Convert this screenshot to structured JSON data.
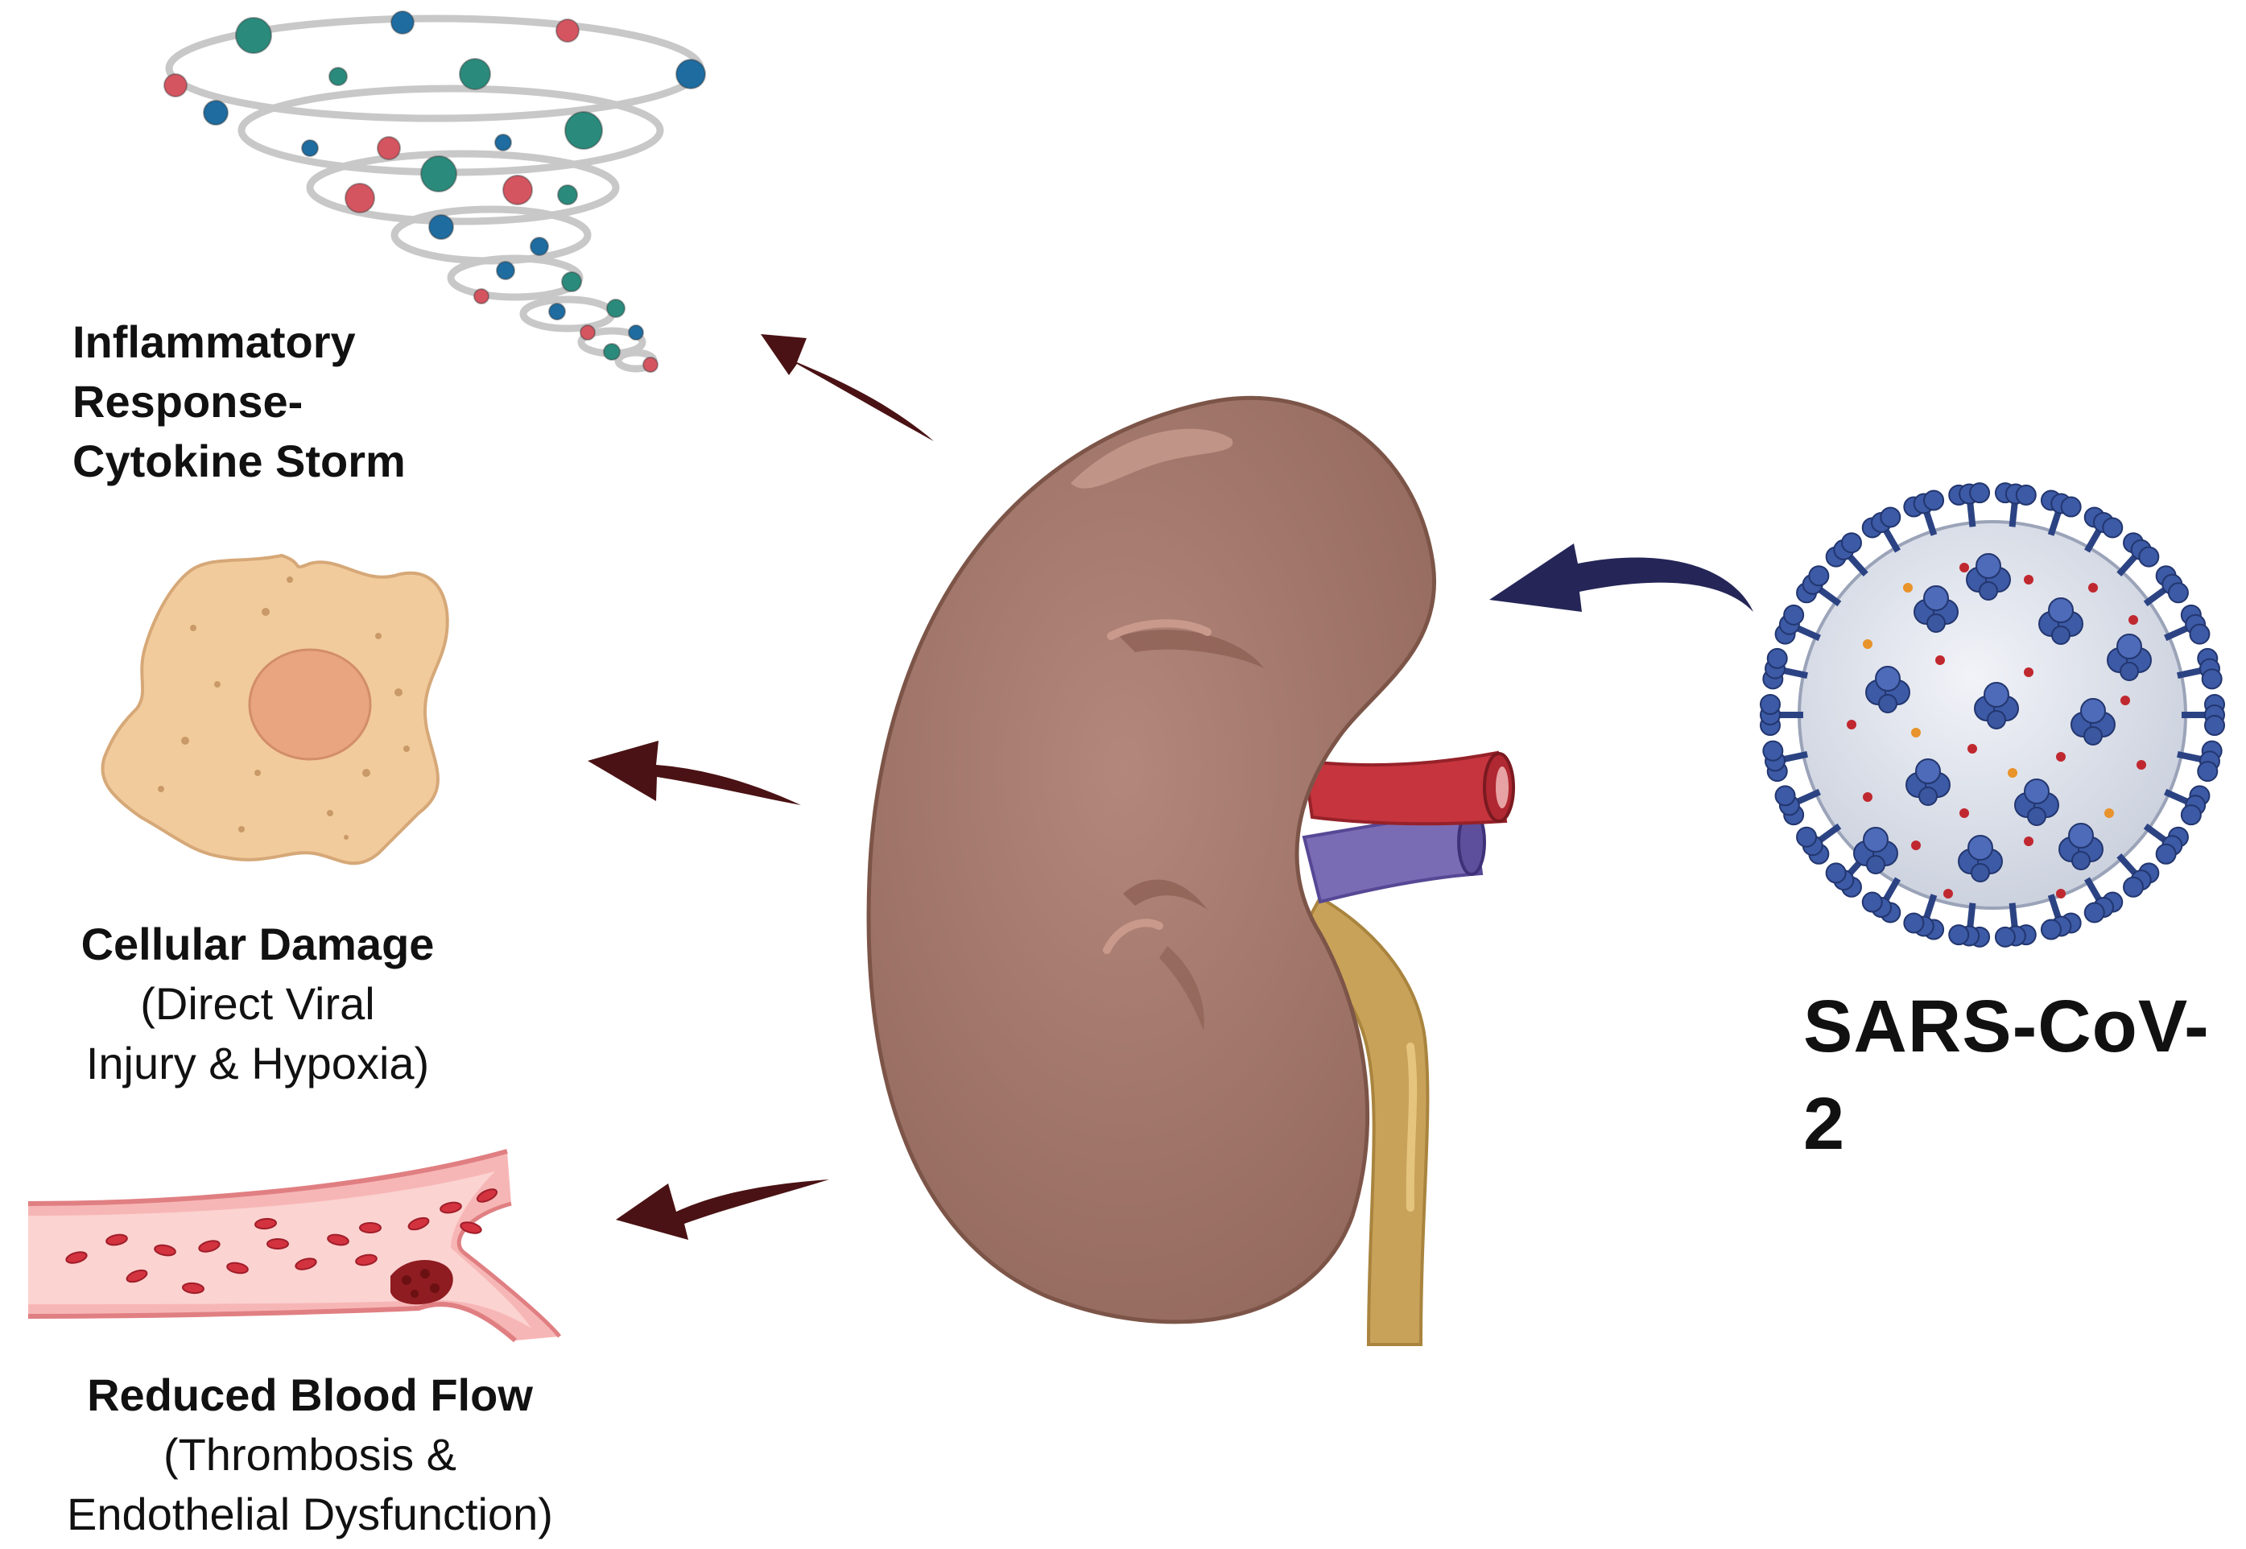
{
  "figure": {
    "colors": {
      "kidney": "#a3786d",
      "kidney_outline": "#7c5548",
      "artery": "#c6343d",
      "vein": "#7a6bb5",
      "ureter": "#c9a25a",
      "arrow_dark_red": "#4a1214",
      "arrow_navy": "#252657",
      "virus_spike": "#3c5aa5",
      "virus_body": "#dfe3ec",
      "cell": "#f2cb9c",
      "nucleus": "#e8a57f",
      "vessel": "#f3a6a7",
      "rbc": "#d3323f",
      "clot": "#8e1c20",
      "cytokine_teal": "#2a8b7c",
      "cytokine_blue": "#1e6ca0",
      "cytokine_red": "#d45560"
    },
    "virus": {
      "icon": "sars-cov-2-virus-icon",
      "label": "SARS-CoV-2"
    },
    "kidney": {
      "icon": "kidney-icon"
    },
    "effects": [
      {
        "icon": "cytokine-storm-icon",
        "title_lines": [
          "Inflammatory",
          "Response-",
          "Cytokine Storm"
        ]
      },
      {
        "icon": "damaged-cell-icon",
        "title": "Cellular Damage",
        "detail_lines": [
          "(Direct Viral",
          "Injury & Hypoxia)"
        ]
      },
      {
        "icon": "blood-vessel-thrombus-icon",
        "title": "Reduced Blood Flow",
        "detail_lines": [
          "(Thrombosis &",
          "Endothelial Dysfunction)"
        ]
      }
    ]
  }
}
